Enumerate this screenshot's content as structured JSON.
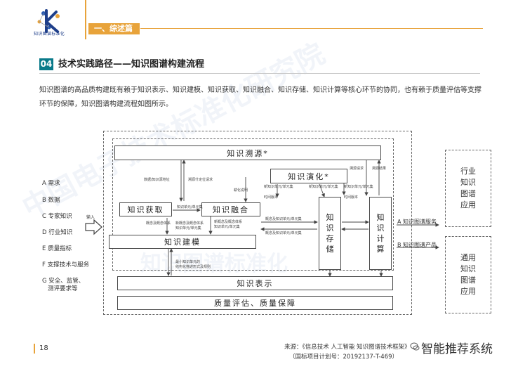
{
  "header": {
    "logo_text": "知识图谱标准化",
    "section_tag": "一、综述篇"
  },
  "section": {
    "number": "04",
    "title": "技术实践路径——知识图谱构建流程"
  },
  "paragraph": "知识图谱的高品质构建既有赖于知识表示、知识建模、知识获取、知识融合、知识存储、知识计算等核心环节的协同，也有赖于质量评估等支撑环节的保障，知识图谱构建流程如图所示。",
  "diagram": {
    "inputs": [
      "A 需求",
      "B 数据",
      "C 专家知识",
      "D 行业知识",
      "E 质量指标",
      "F 支撑技术与服务",
      "G 安全、监管、",
      "测评要求等"
    ],
    "input_arrow_label": "输入",
    "boxes": {
      "traceability": "知识溯源*",
      "evolution": "知识演化*",
      "acquisition": "知识获取",
      "fusion": "知识融合",
      "modeling": "知识建模",
      "storage": "知识存储",
      "computing": "知识计算",
      "representation": "知识表示",
      "quality": "质量评估、质量保障"
    },
    "edge_labels": {
      "data_kb": "数据/知识源地址",
      "source_req": "溯源什定位请求",
      "unit_set_1": "知识单元/单元集",
      "change_log": "耕化说明",
      "new_unit_1": "新知识单元/单元集",
      "history_1": "时间版本",
      "new_unit_2": "新知识单元/单元集",
      "new_unit_3": "新知识单元/单元集",
      "history_2": "时间版本",
      "trace_req": "溯源请求",
      "trace_result": "溯源结果",
      "concept_sys_1": "概念及概念体系",
      "new_concept_1": "新概念及概念体系",
      "unit_set_2": "知识单元/单元集",
      "new_concept_2": "新概念及概念体系",
      "unit_set_3": "知识单元/单元集",
      "concept_unit_1": "概念及知识单元/单元集",
      "concept_unit_2": "概念及知识单元/单元集",
      "minimal_unit": "最小知识单元的",
      "struct_form": "结构化描述形式及规则"
    },
    "outputs": {
      "service": "A 知识图谱服务",
      "product": "B 知识图谱产品"
    },
    "right_boxes": {
      "industry": "行业知识图谱应用",
      "general": "通用知识图谱应用"
    }
  },
  "footer": {
    "page_number": "18",
    "source_line1": "来源：《信息技术 人工智能 知识图谱技术框架》",
    "source_line2": "（国标项目计划号：20192137-T-469）",
    "brand": "智能推荐系统"
  },
  "watermark": {
    "line1": "中国电子技术标准化研究院",
    "line2": "知识图谱标准化"
  }
}
